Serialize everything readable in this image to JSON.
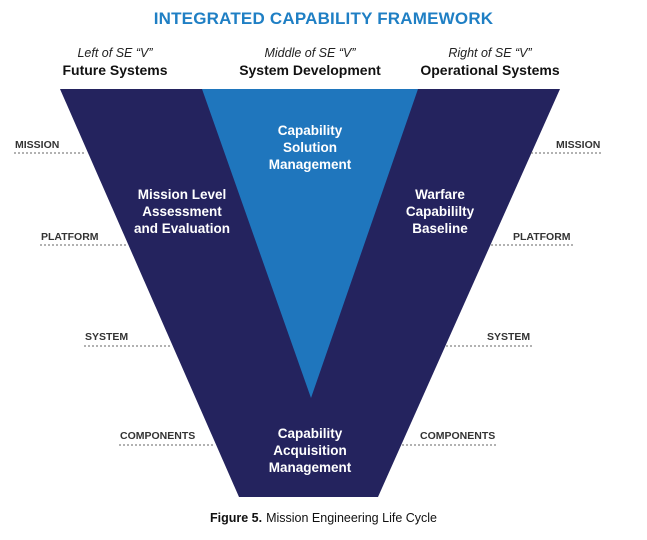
{
  "title": "INTEGRATED CAPABILITY FRAMEWORK",
  "columns": [
    {
      "subtitle": "Left of SE “V”",
      "label": "Future Systems"
    },
    {
      "subtitle": "Middle of SE “V”",
      "label": "System Development"
    },
    {
      "subtitle": "Right of SE “V”",
      "label": "Operational Systems"
    }
  ],
  "levels": [
    "MISSION",
    "PLATFORM",
    "SYSTEM",
    "COMPONENTS"
  ],
  "areas": {
    "left": [
      "Mission Level",
      "Assessment",
      "and Evaluation"
    ],
    "middle": [
      "Capability",
      "Solution",
      "Management"
    ],
    "right": [
      "Warfare",
      "Capabililty",
      "Baseline"
    ],
    "bottom": [
      "Capability",
      "Acquisition",
      "Management"
    ]
  },
  "caption": {
    "number": "Figure 5.",
    "text": "Mission Engineering Life Cycle"
  },
  "colors": {
    "outer_v": "#24235e",
    "inner_v": "#1f76bd",
    "title": "#1f7fc4"
  }
}
